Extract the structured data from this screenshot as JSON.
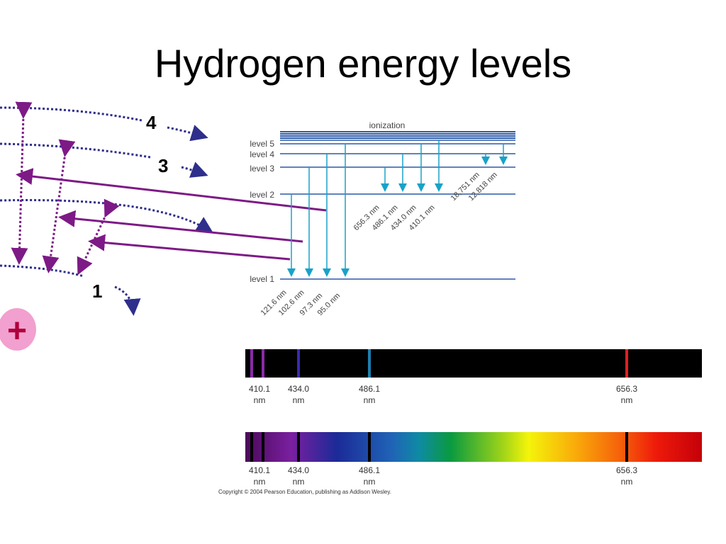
{
  "title": "Hydrogen energy levels",
  "atom_model": {
    "orbit_labels": [
      "4",
      "3",
      "1"
    ],
    "nucleus_symbol": "+",
    "colors": {
      "orbit": "#2e2e8c",
      "transition": "#7d1a86",
      "nucleus_fill": "#f2a0cf",
      "nucleus_symbol": "#b0003a"
    }
  },
  "energy_diagram": {
    "ionization_label": "ionization",
    "level_labels": [
      "level 5",
      "level 4",
      "level 3",
      "level 2",
      "level 1"
    ],
    "lyman_wavelengths": [
      "121.6 nm",
      "102.6 nm",
      "97.3 nm",
      "95.0 nm"
    ],
    "balmer_wavelengths": [
      "656.3 nm",
      "486.1 nm",
      "434.0 nm",
      "410.1 nm"
    ],
    "paschen_wavelengths": [
      "18,751 nm",
      "12,818 nm"
    ],
    "colors": {
      "level_line": "#2c5aa8",
      "arrow": "#18a2c8"
    }
  },
  "emission_spectrum": {
    "lines": [
      {
        "value": "410.1",
        "unit": "nm",
        "color": "#8a2aa8"
      },
      {
        "value": "434.0",
        "unit": "nm",
        "color": "#3a2ab0"
      },
      {
        "value": "486.1",
        "unit": "nm",
        "color": "#1f7fae"
      },
      {
        "value": "656.3",
        "unit": "nm",
        "color": "#e02020"
      }
    ]
  },
  "absorption_spectrum": {
    "lines": [
      {
        "value": "410.1",
        "unit": "nm"
      },
      {
        "value": "434.0",
        "unit": "nm"
      },
      {
        "value": "486.1",
        "unit": "nm"
      },
      {
        "value": "656.3",
        "unit": "nm"
      }
    ]
  },
  "copyright": "Copyright © 2004 Pearson Education, publishing as Addison Wesley."
}
